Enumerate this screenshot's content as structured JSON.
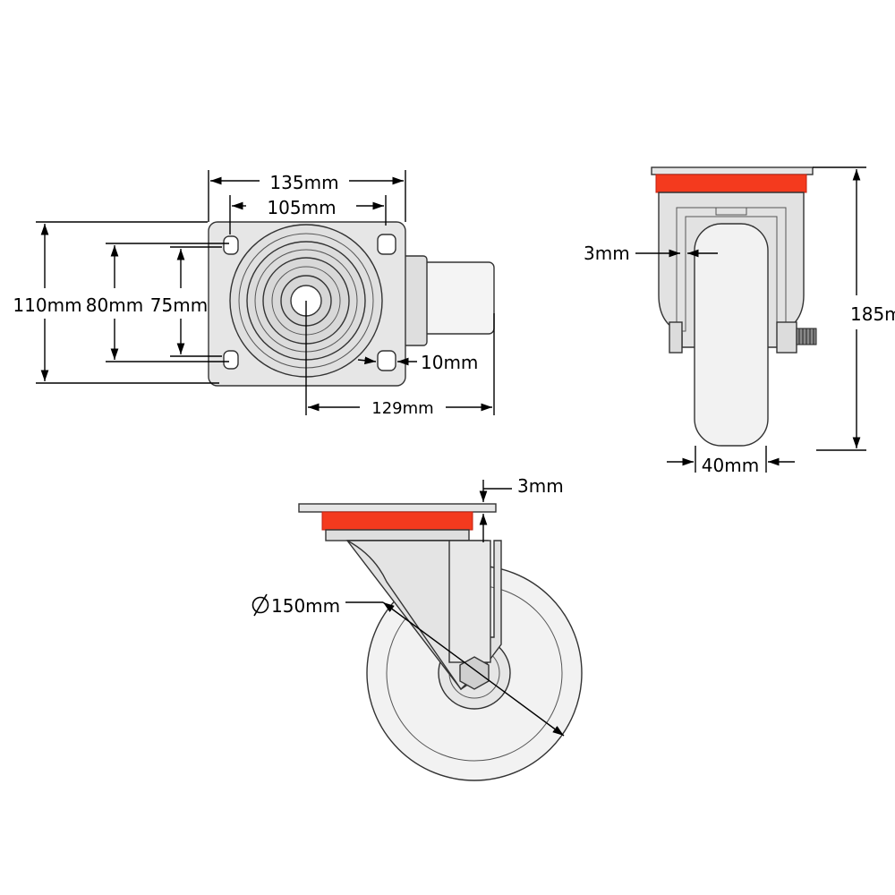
{
  "colors": {
    "metal": "#e4e4e4",
    "metal_dark": "#c8c8c8",
    "wheel": "#f2f2f2",
    "bearing_red": "#f43a1e",
    "line": "#000000"
  },
  "top_view": {
    "overall_width": "135mm",
    "hole_spacing_x": "105mm",
    "plate_height": "110mm",
    "hole_spacing_y_outer": "80mm",
    "hole_spacing_y_inner": "75mm",
    "slot_width": "10mm",
    "offset_length": "129mm"
  },
  "front_view": {
    "bracket_thickness": "3mm",
    "overall_height": "185mm",
    "wheel_width": "40mm"
  },
  "side_view": {
    "plate_thickness": "3mm",
    "wheel_diameter": "150mm"
  }
}
